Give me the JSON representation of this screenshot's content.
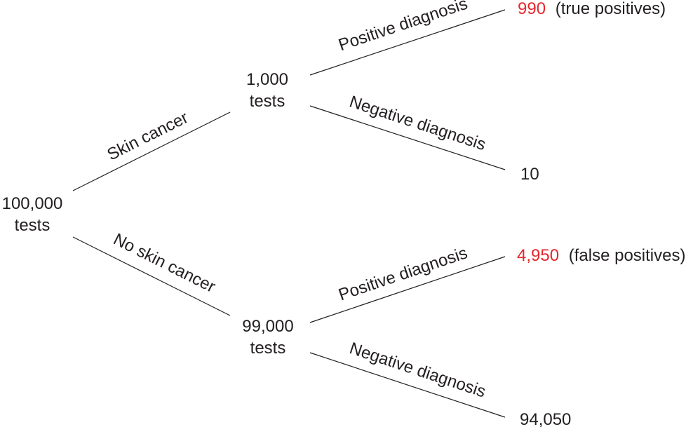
{
  "root": {
    "count": "100,000",
    "unit": "tests"
  },
  "branches": {
    "cancer": {
      "label": "Skin cancer",
      "count": "1,000",
      "unit": "tests",
      "positive": {
        "label": "Positive diagnosis",
        "count": "990",
        "note": "(true positives)"
      },
      "negative": {
        "label": "Negative diagnosis",
        "count": "10"
      }
    },
    "no_cancer": {
      "label": "No skin cancer",
      "count": "99,000",
      "unit": "tests",
      "positive": {
        "label": "Positive diagnosis",
        "count": "4,950",
        "note": "(false positives)"
      },
      "negative": {
        "label": "Negative diagnosis",
        "count": "94,050"
      }
    }
  },
  "colors": {
    "text": "#231f20",
    "highlight": "#e8262d"
  }
}
